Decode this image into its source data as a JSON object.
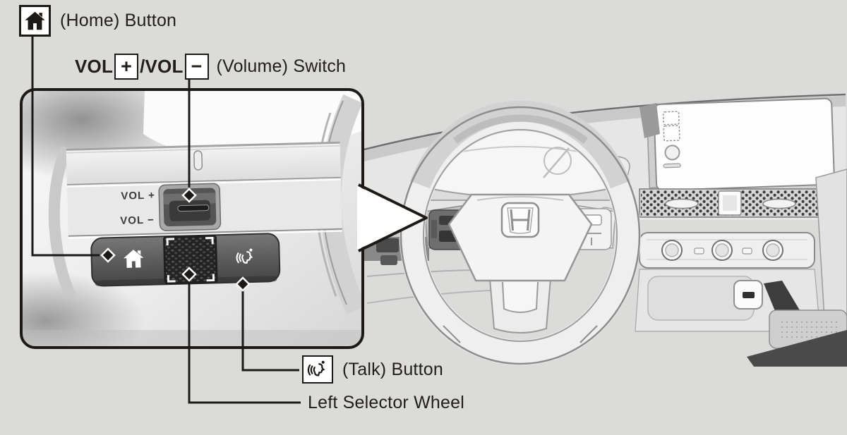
{
  "page": {
    "background": "#dbdcda",
    "line_color": "#1c1916",
    "text_color": "#231d1a"
  },
  "labels": {
    "home": {
      "icon": "home-icon",
      "text": "(Home) Button"
    },
    "volume": {
      "vol1": "VOL",
      "plus": "+",
      "vol2": "/VOL",
      "minus": "−",
      "rest": "(Volume) Switch"
    },
    "talk": {
      "icon": "talk-icon",
      "text": "(Talk) Button"
    },
    "selector": {
      "text": "Left Selector Wheel"
    }
  },
  "inset": {
    "vol_plus_label": "VOL +",
    "vol_minus_label": "VOL −",
    "controls": [
      "home-icon",
      "left-selector-wheel",
      "talk-icon",
      "volume-rocker"
    ]
  },
  "colors": {
    "control_bar": "#5c5c5c",
    "selector_wheel": "#242424",
    "rocker": "#474747",
    "panel_text": "#3b3b3b"
  }
}
